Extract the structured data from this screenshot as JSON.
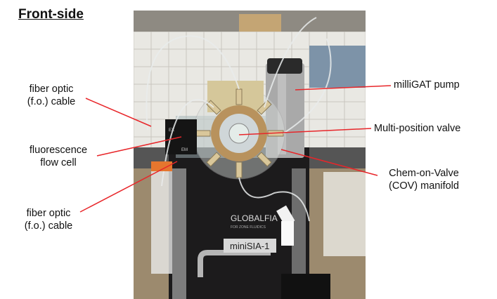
{
  "title": "Front-side",
  "labels": {
    "fo_cable_top": [
      "fiber optic",
      "(f.o.) cable"
    ],
    "flow_cell": [
      "fluorescence",
      "flow cell"
    ],
    "fo_cable_bottom": [
      "fiber optic",
      "(f.o.) cable"
    ],
    "pump": "milliGAT pump",
    "valve": "Multi-position valve",
    "cov": [
      "Chem-on-Valve",
      "(COV) manifold"
    ]
  },
  "photo_text": {
    "brand": "GLOBALFIA",
    "brand_sub": "FOR ZONE FLUIDICS",
    "model": "miniSIA-1",
    "ex": "EX",
    "em": "EM"
  },
  "colors": {
    "pointer": "#e8262a"
  }
}
